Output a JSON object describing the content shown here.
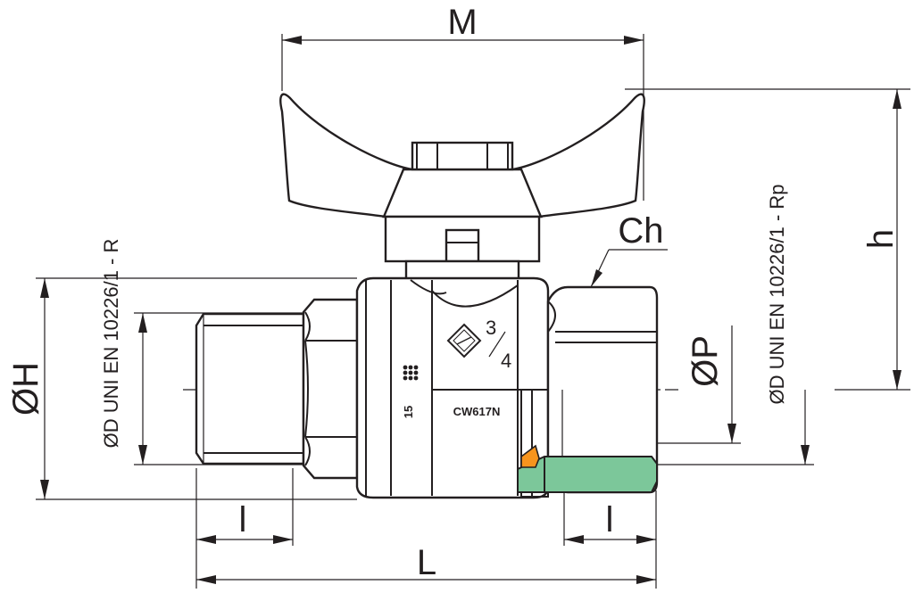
{
  "labels": {
    "M": "M",
    "h": "h",
    "Ch": "Ch",
    "OH": "ØH",
    "OP": "ØP",
    "L": "L",
    "l_left": "l",
    "l_right": "l",
    "thread_left": "ØD UNI EN 10226/1 - R",
    "thread_right": "ØD UNI EN 10226/1 - Rp"
  },
  "body_markings": {
    "size_num": "3",
    "size_den": "4",
    "material": "CW617N",
    "pressure": "15"
  },
  "colors": {
    "seal_green": "#7cc79a",
    "seal_orange": "#f7941d",
    "line": "#231f20"
  }
}
